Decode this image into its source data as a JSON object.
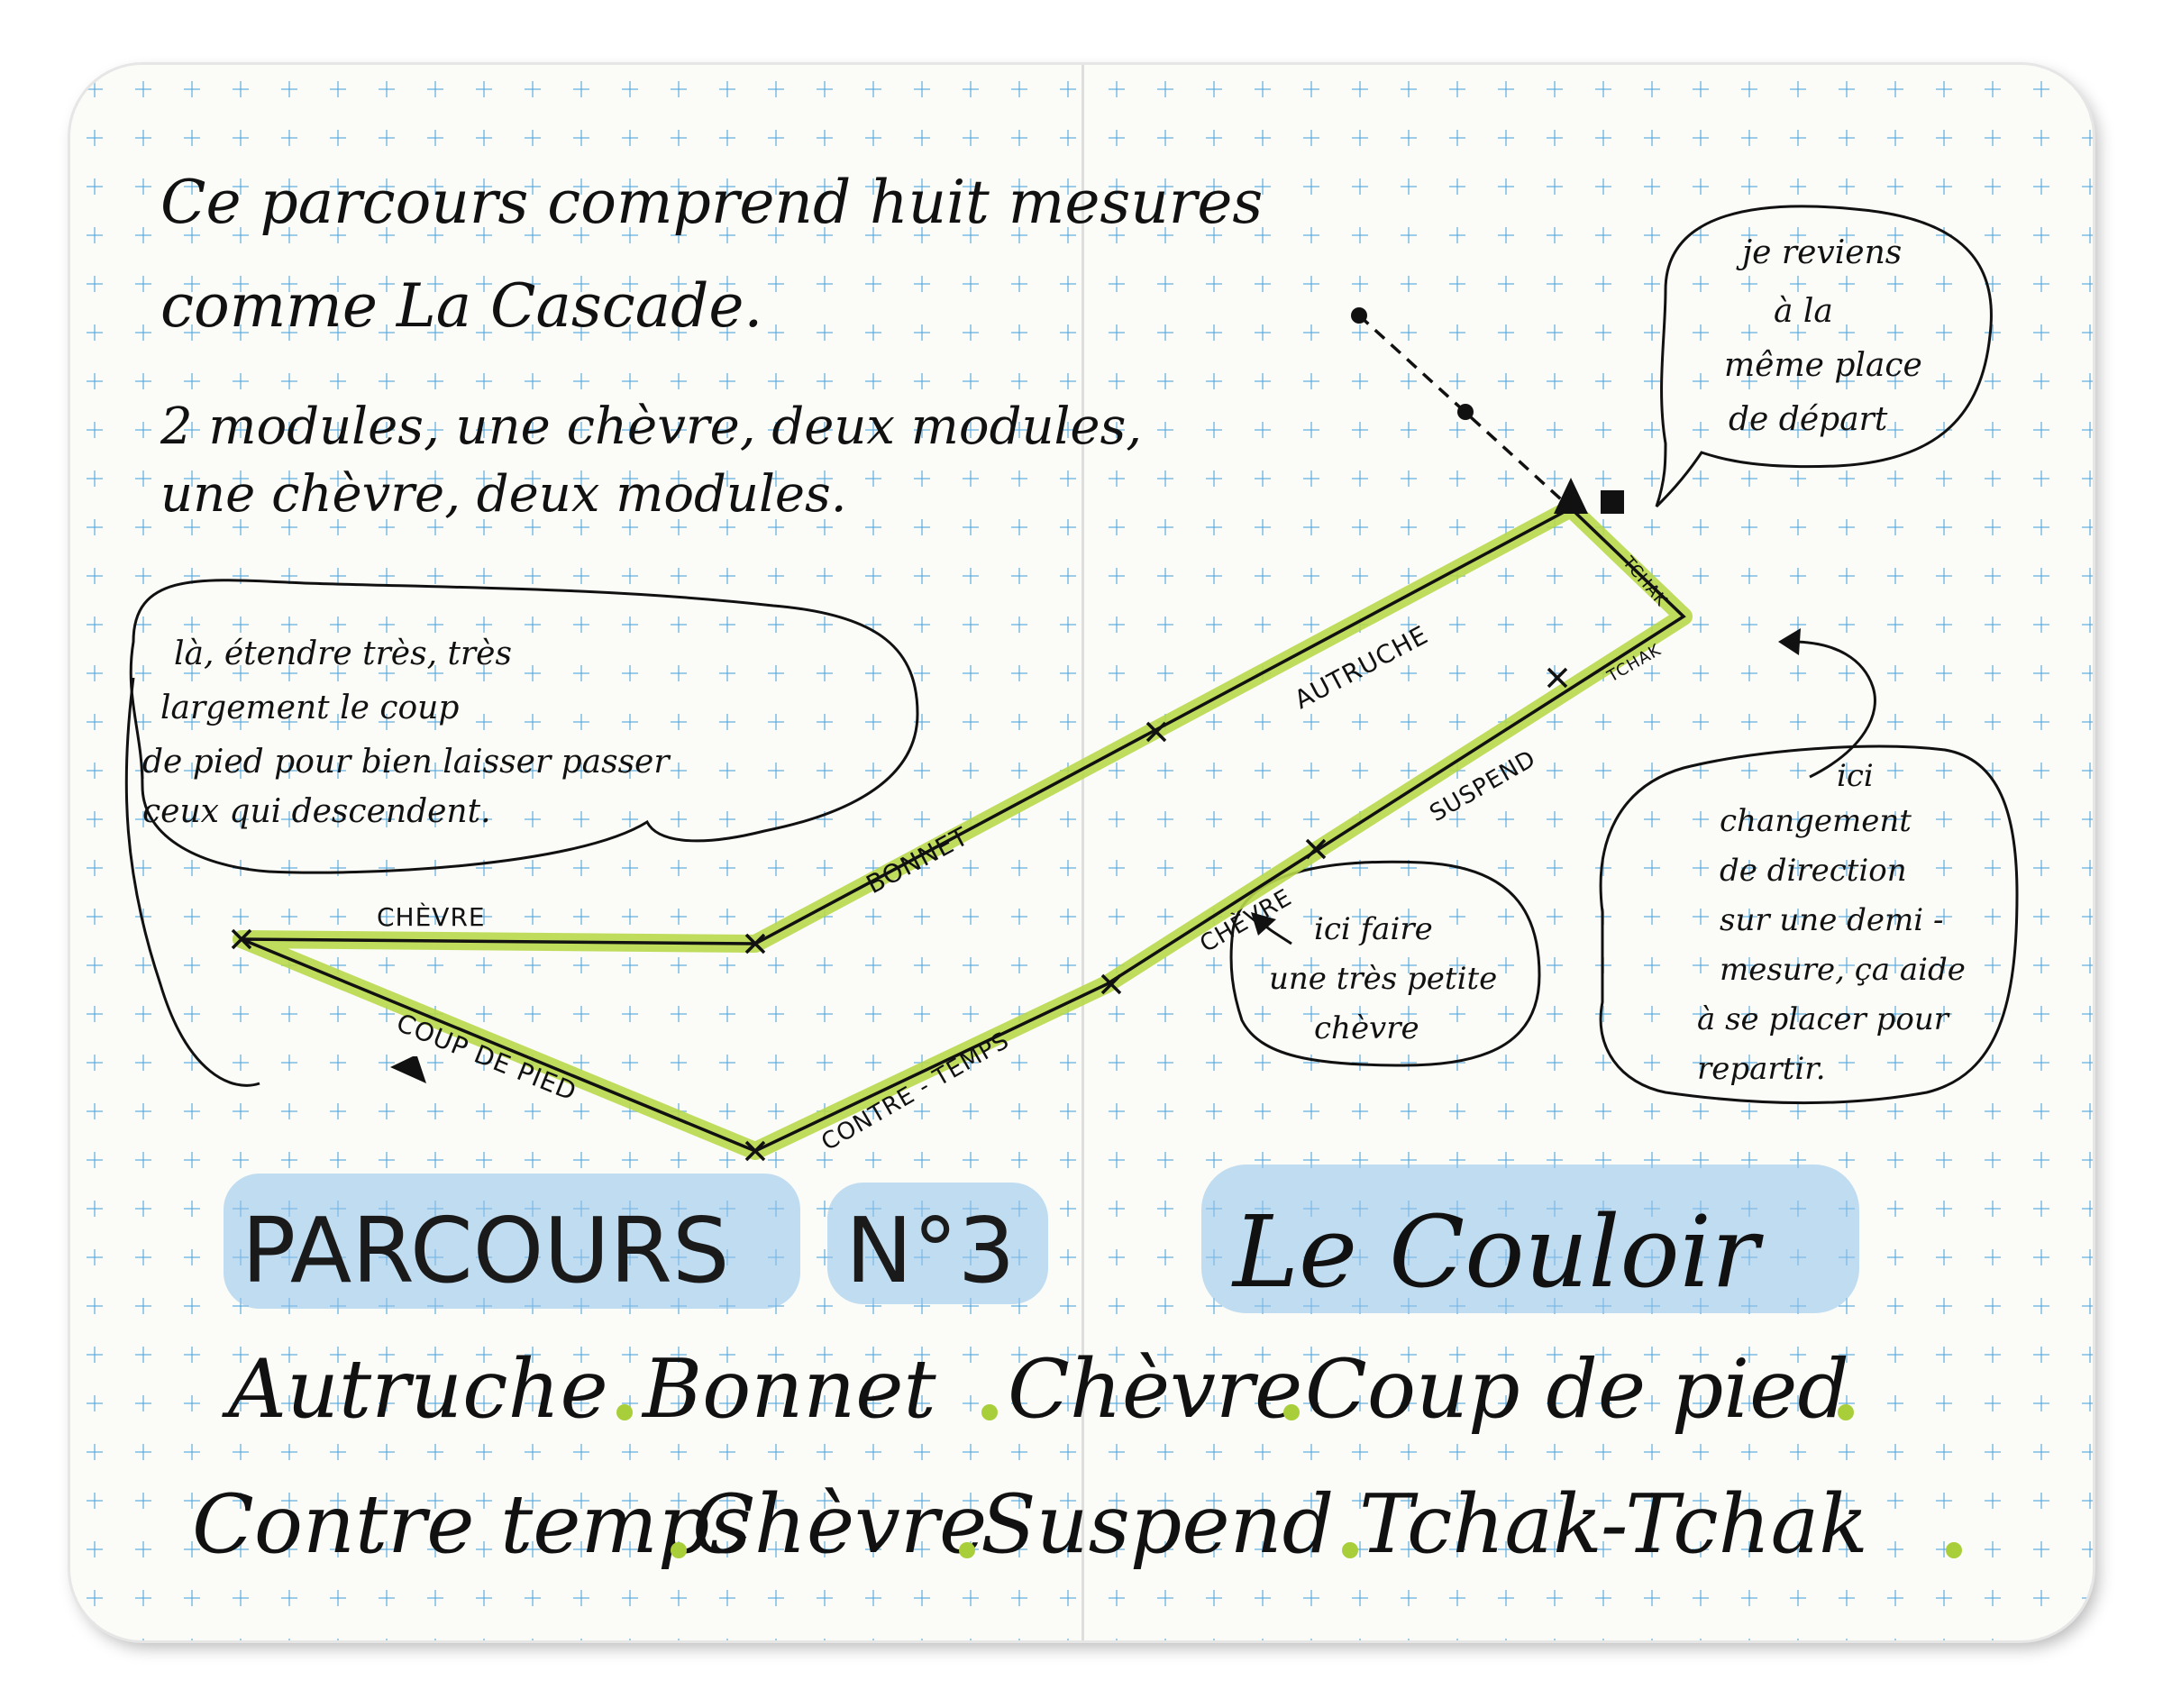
{
  "intro": {
    "line1": "Ce parcours comprend huit mesures",
    "line2": "comme La Cascade.",
    "line3": "2 modules, une chèvre, deux modules,",
    "line4": "une chèvre, deux modules."
  },
  "bubbles": {
    "etendre": [
      "là, étendre très, très",
      "largement le coup",
      "de pied pour bien laisser passer",
      "ceux qui descendent."
    ],
    "reviens": [
      "je reviens",
      "à la",
      "même place",
      "de départ"
    ],
    "changement": [
      "ici",
      "changement",
      "de direction",
      "sur une demi -",
      "mesure, ça aide",
      "à se placer pour",
      "repartir."
    ],
    "petite_chevre": [
      "ici faire",
      "une très petite",
      "chèvre"
    ]
  },
  "path_labels": {
    "chevre_top": "CHÈVRE",
    "coup_de_pied": "COUP DE PIED",
    "bonnet": "BONNET",
    "autruche": "AUTRUCHE",
    "tchak_top": "TCHAK",
    "tchak_right": "TCHAK",
    "suspend": "SUSPEND",
    "chevre_mid": "CHÈVRE",
    "contre_temps": "CONTRE - TEMPS"
  },
  "title": {
    "parcours": "PARCOURS",
    "numero": "N°3",
    "name": "Le Couloir"
  },
  "sequence": {
    "line1": [
      "Autruche",
      "Bonnet",
      "Chèvre",
      "Coup de pied"
    ],
    "line2": [
      "Contre temps",
      "Chèvre",
      "Suspend",
      "Tchak-Tchak"
    ]
  },
  "colors": {
    "path_highlight": "#b8d84a",
    "title_highlight": "#8fc3ea",
    "ink": "#111111",
    "grid": "#50a5dc"
  }
}
